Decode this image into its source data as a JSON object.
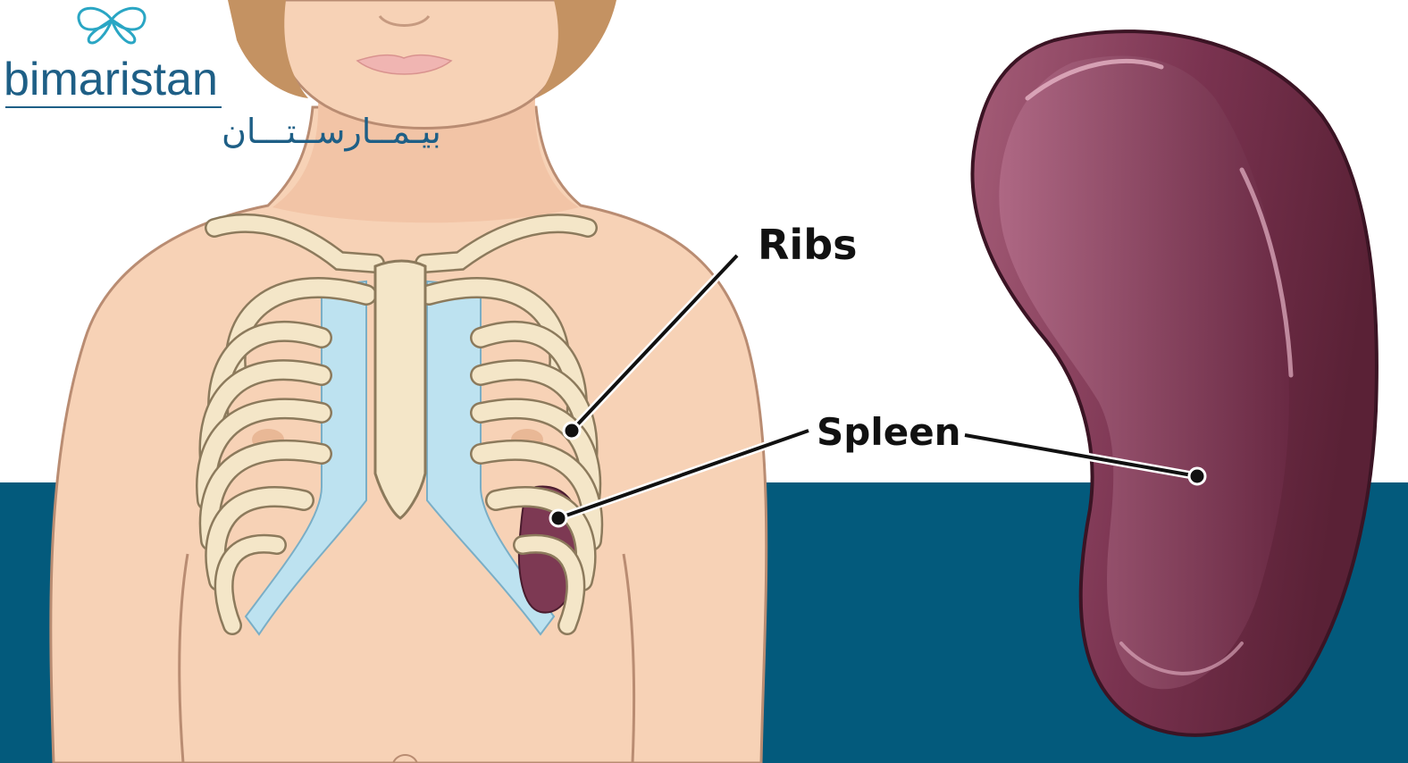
{
  "logo": {
    "name": "bimaristan",
    "arabic_name": "بيـمــارســتـــان",
    "color": "#1e5f86",
    "icon": "butterfly-icon",
    "icon_color": "#2aa6c4"
  },
  "labels": {
    "ribs": "Ribs",
    "spleen": "Spleen"
  },
  "colors": {
    "background_band": "#035a7c",
    "skin": "#f7d2b6",
    "skin_outline": "#b98c72",
    "hair": "#c49262",
    "bone": "#f4e6c8",
    "bone_outline": "#8c7a5c",
    "cartilage": "#bde2f0",
    "spleen": "#7d3953",
    "spleen_highlight": "#b86d86",
    "leader_line": "#111111"
  }
}
